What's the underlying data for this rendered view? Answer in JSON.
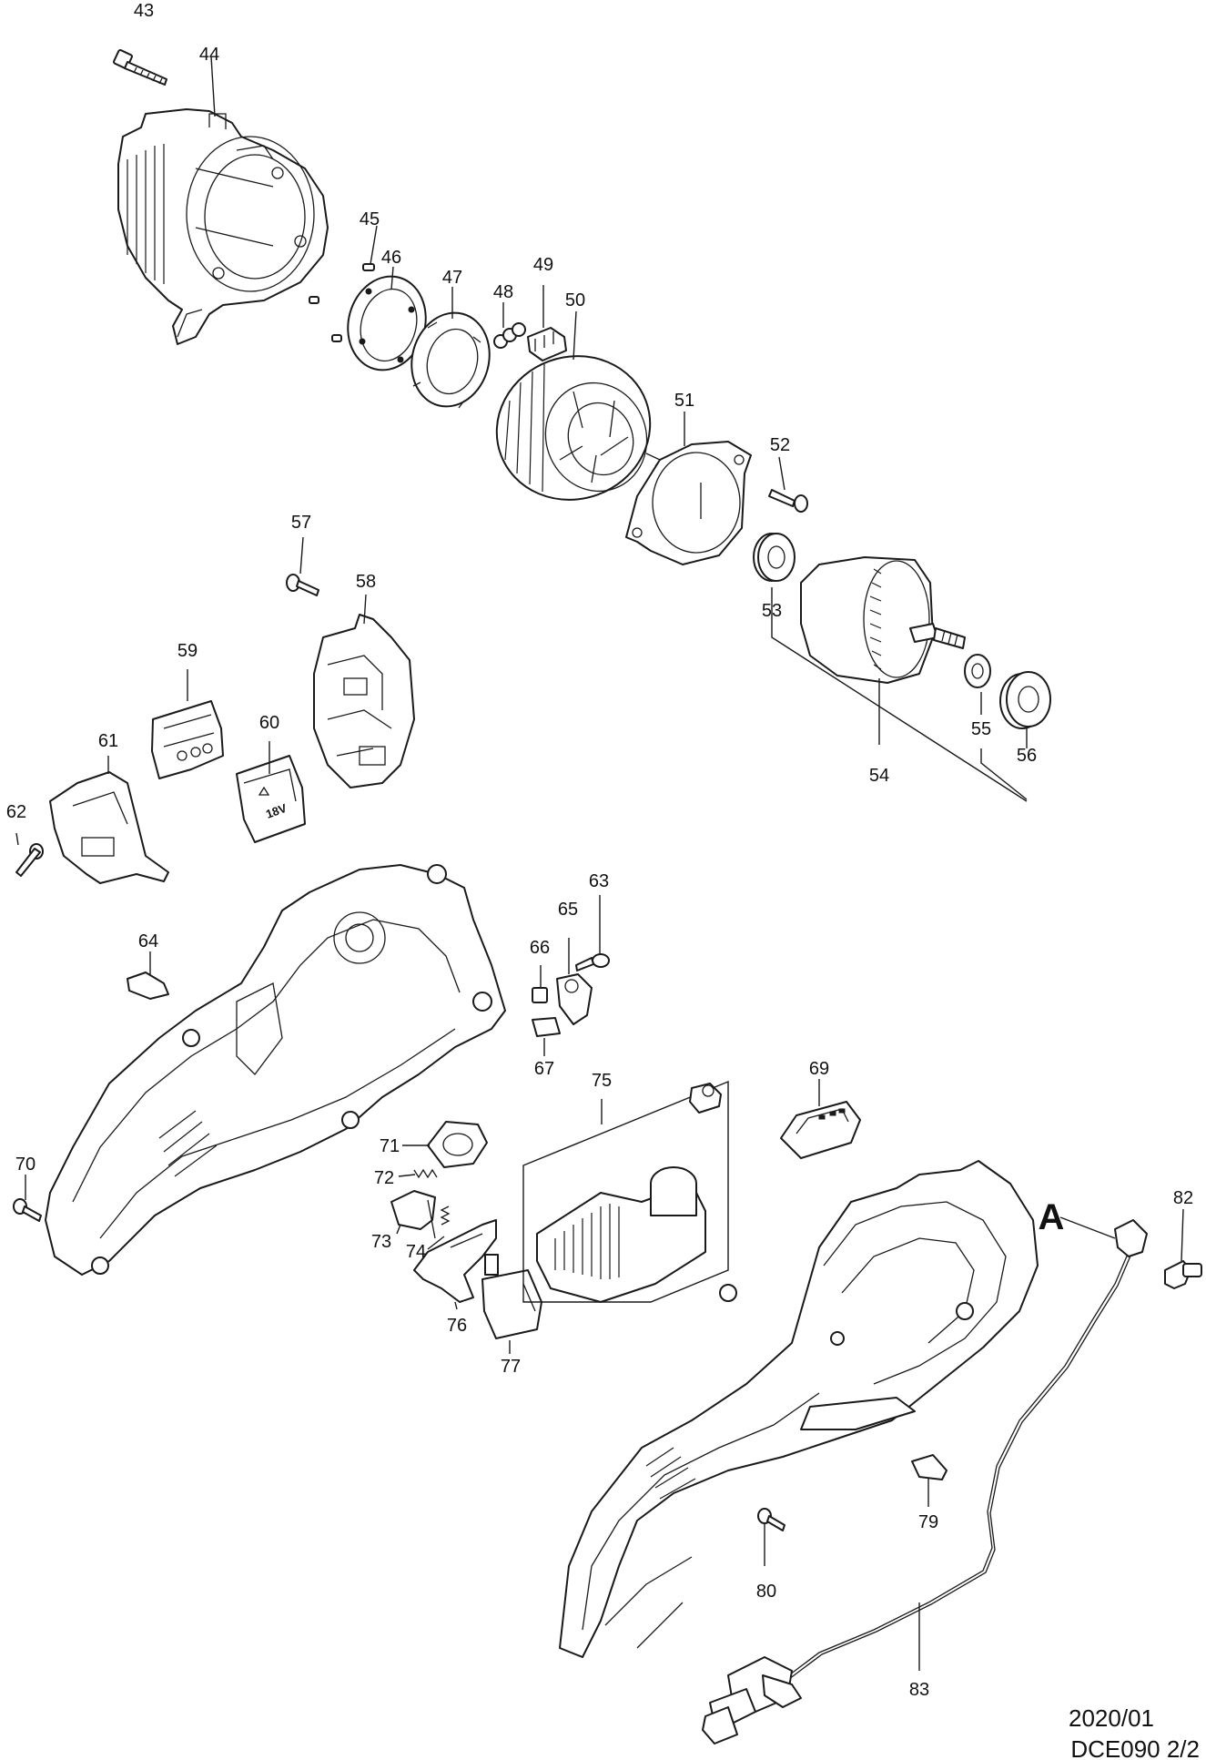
{
  "callouts": [
    {
      "id": "43",
      "label": "43"
    },
    {
      "id": "44",
      "label": "44"
    },
    {
      "id": "45",
      "label": "45"
    },
    {
      "id": "46",
      "label": "46"
    },
    {
      "id": "47",
      "label": "47"
    },
    {
      "id": "48",
      "label": "48"
    },
    {
      "id": "49",
      "label": "49"
    },
    {
      "id": "50",
      "label": "50"
    },
    {
      "id": "51",
      "label": "51"
    },
    {
      "id": "52",
      "label": "52"
    },
    {
      "id": "53",
      "label": "53"
    },
    {
      "id": "54",
      "label": "54"
    },
    {
      "id": "55",
      "label": "55"
    },
    {
      "id": "56",
      "label": "56"
    },
    {
      "id": "57",
      "label": "57"
    },
    {
      "id": "58",
      "label": "58"
    },
    {
      "id": "59",
      "label": "59"
    },
    {
      "id": "60",
      "label": "60"
    },
    {
      "id": "61",
      "label": "61"
    },
    {
      "id": "62",
      "label": "62"
    },
    {
      "id": "63",
      "label": "63"
    },
    {
      "id": "64",
      "label": "64"
    },
    {
      "id": "65",
      "label": "65"
    },
    {
      "id": "66",
      "label": "66"
    },
    {
      "id": "67",
      "label": "67"
    },
    {
      "id": "69",
      "label": "69"
    },
    {
      "id": "70",
      "label": "70"
    },
    {
      "id": "71",
      "label": "71"
    },
    {
      "id": "72",
      "label": "72"
    },
    {
      "id": "73",
      "label": "73"
    },
    {
      "id": "74",
      "label": "74"
    },
    {
      "id": "75",
      "label": "75"
    },
    {
      "id": "76",
      "label": "76"
    },
    {
      "id": "77",
      "label": "77"
    },
    {
      "id": "79",
      "label": "79"
    },
    {
      "id": "80",
      "label": "80"
    },
    {
      "id": "82",
      "label": "82"
    },
    {
      "id": "83",
      "label": "83"
    }
  ],
  "reference_marker": "A",
  "battery_badge": "18V",
  "footer": {
    "date": "2020/01",
    "model_page": "DCE090 2/2"
  }
}
